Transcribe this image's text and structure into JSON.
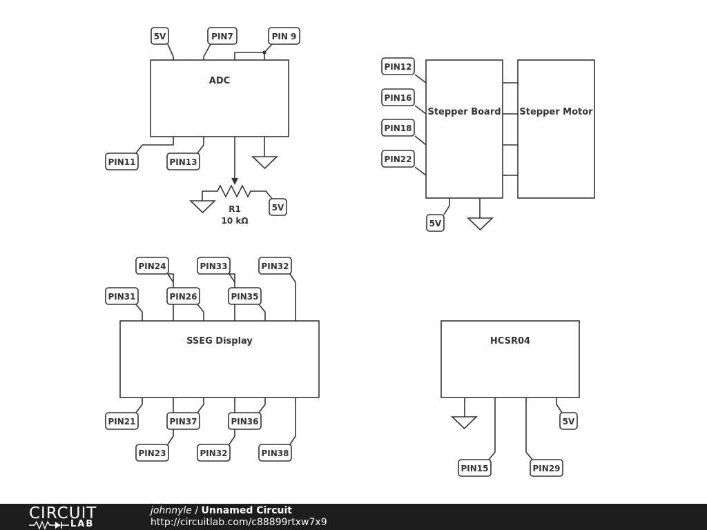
{
  "components": {
    "adc": "ADC",
    "stepper_board": "Stepper Board",
    "stepper_motor": "Stepper Motor",
    "sseg": "SSEG Display",
    "hcsr04": "HCSR04"
  },
  "resistor": {
    "ref": "R1",
    "value": "10 kΩ"
  },
  "labels": {
    "adc_5v": "5V",
    "adc_pin7": "PIN7",
    "adc_pin9": "PIN 9",
    "adc_pin11": "PIN11",
    "adc_pin13": "PIN13",
    "r1_5v": "5V",
    "st_pin12": "PIN12",
    "st_pin16": "PIN16",
    "st_pin18": "PIN18",
    "st_pin22": "PIN22",
    "st_5v": "5V",
    "ss_pin24": "PIN24",
    "ss_pin33": "PIN33",
    "ss_pin32top": "PIN32",
    "ss_pin31": "PIN31",
    "ss_pin26": "PIN26",
    "ss_pin35": "PIN35",
    "ss_pin21": "PIN21",
    "ss_pin37": "PIN37",
    "ss_pin36": "PIN36",
    "ss_pin23": "PIN23",
    "ss_pin32bot": "PIN32",
    "ss_pin38": "PIN38",
    "hc_5v": "5V",
    "hc_pin15": "PIN15",
    "hc_pin29": "PIN29"
  },
  "footer": {
    "logo_top": "CIRCUIT",
    "logo_bottom": "LAB",
    "author": "johnnyle",
    "separator": " / ",
    "title": "Unnamed Circuit",
    "url": "http://circuitlab.com/c88899rtxw7x9"
  }
}
